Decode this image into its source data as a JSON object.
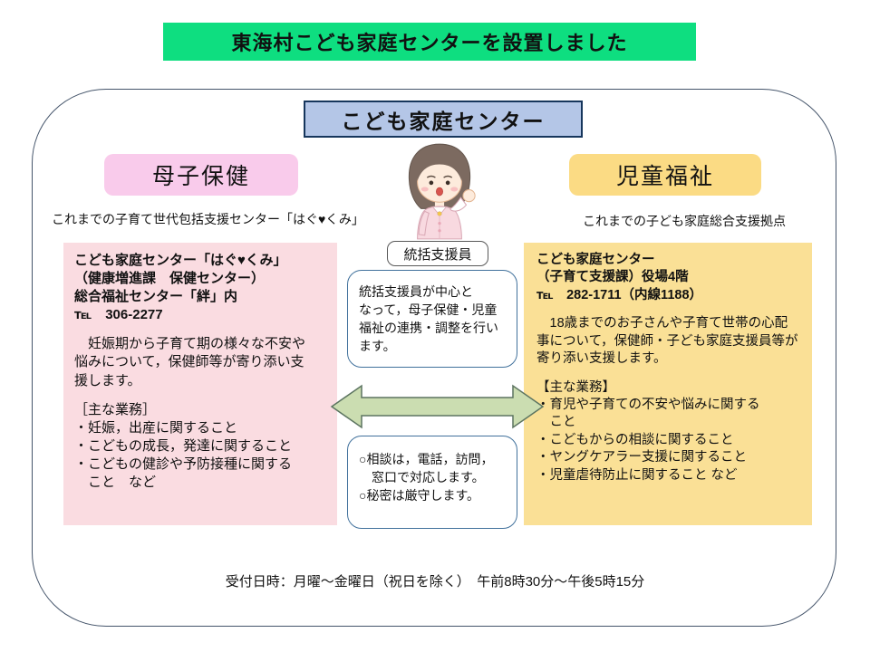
{
  "banner": {
    "text": "東海村こども家庭センターを設置しました"
  },
  "main_title": "こども家庭センター",
  "maternal": {
    "heading": "母子保健",
    "subtitle": "これまでの子育て世代包括支援センター「はぐ♥くみ」",
    "office_name": "こども家庭センター「はぐ♥くみ」\n（健康増進課　保健センター）\n総合福祉センター「絆」内\n℡　306-2277",
    "description": "　妊娠期から子育て期の様々な不安や\n悩みについて，保健師等が寄り添い支\n援します。",
    "duties": "［主な業務］\n・妊娠，出産に関すること\n・こどもの成長，発達に関すること\n・こどもの健診や予防接種に関する\n　こと　など"
  },
  "welfare": {
    "heading": "児童福祉",
    "subtitle": "これまでの子ども家庭総合支援拠点",
    "office_name": "こども家庭センター\n（子育て支援課）役場4階\n℡　282-1711（内線1188）",
    "description": "　18歳までのお子さんや子育て世帯の心配\n事について，保健師・子ども家庭支援員等が\n寄り添い支援します。",
    "duties": "【主な業務】\n・育児や子育ての不安や悩みに関する\n　こと\n・こどもからの相談に関すること\n・ヤングケアラー支援に関すること\n・児童虐待防止に関すること など"
  },
  "coordinator": {
    "label": "統括支援員",
    "role": "統括支援員が中心と\nなって，母子保健・児童\n福祉の連携・調整を行い\nます。",
    "policy": "○相談は，電話，訪問，\n　窓口で対応します。\n○秘密は厳守します。"
  },
  "footer": {
    "hours": "受付日時：月曜～金曜日（祝日を除く）　午前8時30分～午後5時15分"
  },
  "icons": {
    "arrow": "double-headed-arrow",
    "illustration": "staff-woman"
  },
  "colors": {
    "banner_green": "#0EDE80",
    "title_blue_bg": "#B4C6E7",
    "title_blue_border": "#16365C",
    "maternal_pink": "#F9CBEB",
    "maternal_panel_pink": "#FADCE1",
    "welfare_yellow": "#FBDB84",
    "welfare_panel_yellow": "#FAE096",
    "bubble_border_blue": "#41719C",
    "arrow_green": "#CBDDB1",
    "outer_border_navy": "#44546A"
  }
}
